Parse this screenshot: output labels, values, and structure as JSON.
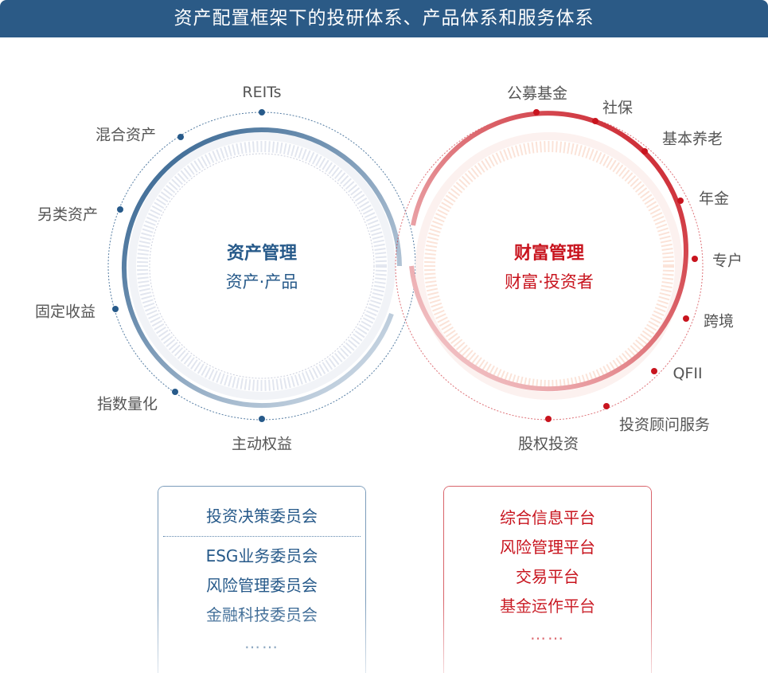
{
  "title": "资产配置框架下的投研体系、产品体系和服务体系",
  "left_circle": {
    "title": "资产管理",
    "subtitle": "资产·产品",
    "color": "#275a8a",
    "labels": [
      "REITs",
      "混合资产",
      "另类资产",
      "固定收益",
      "指数量化",
      "主动权益"
    ]
  },
  "right_circle": {
    "title": "财富管理",
    "subtitle": "财富·投资者",
    "color": "#c8141e",
    "labels": [
      "公募基金",
      "社保",
      "基本养老",
      "年金",
      "专户",
      "跨境",
      "QFII",
      "投资顾问服务",
      "股权投资"
    ]
  },
  "left_box": {
    "top_item": "投资决策委员会",
    "items": [
      "ESG业务委员会",
      "风险管理委员会",
      "金融科技委员会"
    ],
    "more": "……"
  },
  "right_box": {
    "items": [
      "综合信息平台",
      "风险管理平台",
      "交易平台",
      "基金运作平台"
    ],
    "more": "……"
  }
}
